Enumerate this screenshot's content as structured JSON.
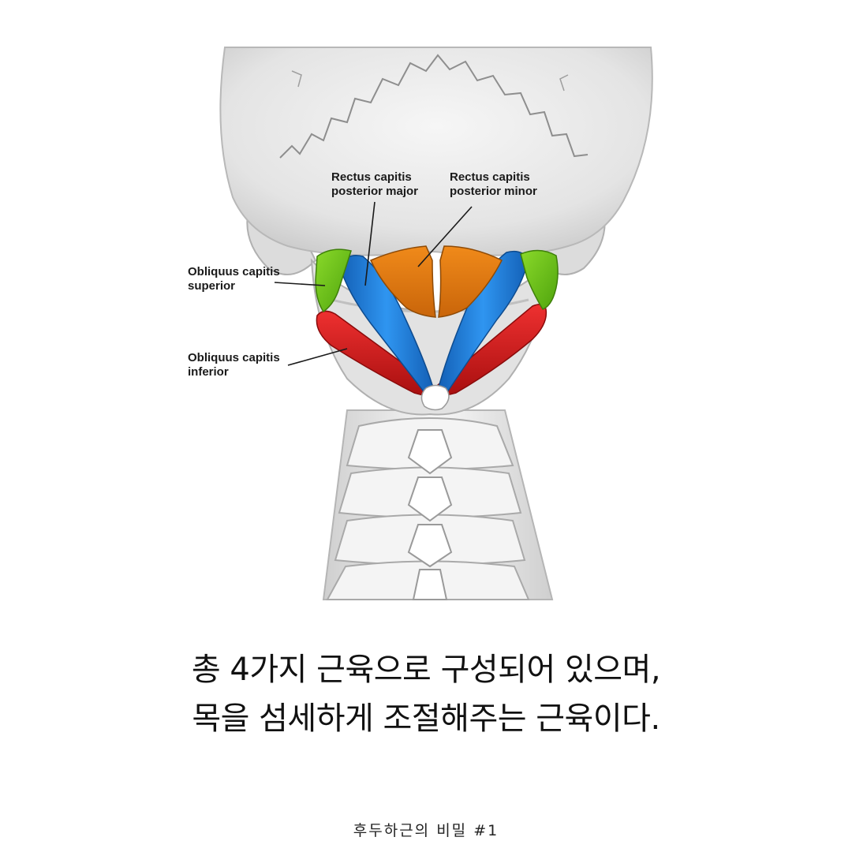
{
  "diagram": {
    "labels": {
      "rcp_major": [
        "Rectus capitis",
        "posterior major"
      ],
      "rcp_minor": [
        "Rectus capitis",
        "posterior minor"
      ],
      "ocs": [
        "Obliquus capitis",
        "superior"
      ],
      "oci": [
        "Obliquus capitis",
        "inferior"
      ]
    },
    "colors": {
      "rectus_major": "#1f7fe0",
      "rectus_minor": "#e07a10",
      "obliquus_superior": "#6cc418",
      "obliquus_inferior": "#d81c1c",
      "bone": "#ebebeb",
      "bone_shadow": "#bdbdbd"
    }
  },
  "caption": {
    "line1": "총 4가지 근육으로 구성되어 있으며,",
    "line2": "목을 섬세하게 조절해주는 근육이다."
  },
  "footer": {
    "series": "후두하근의 비밀 #1"
  }
}
